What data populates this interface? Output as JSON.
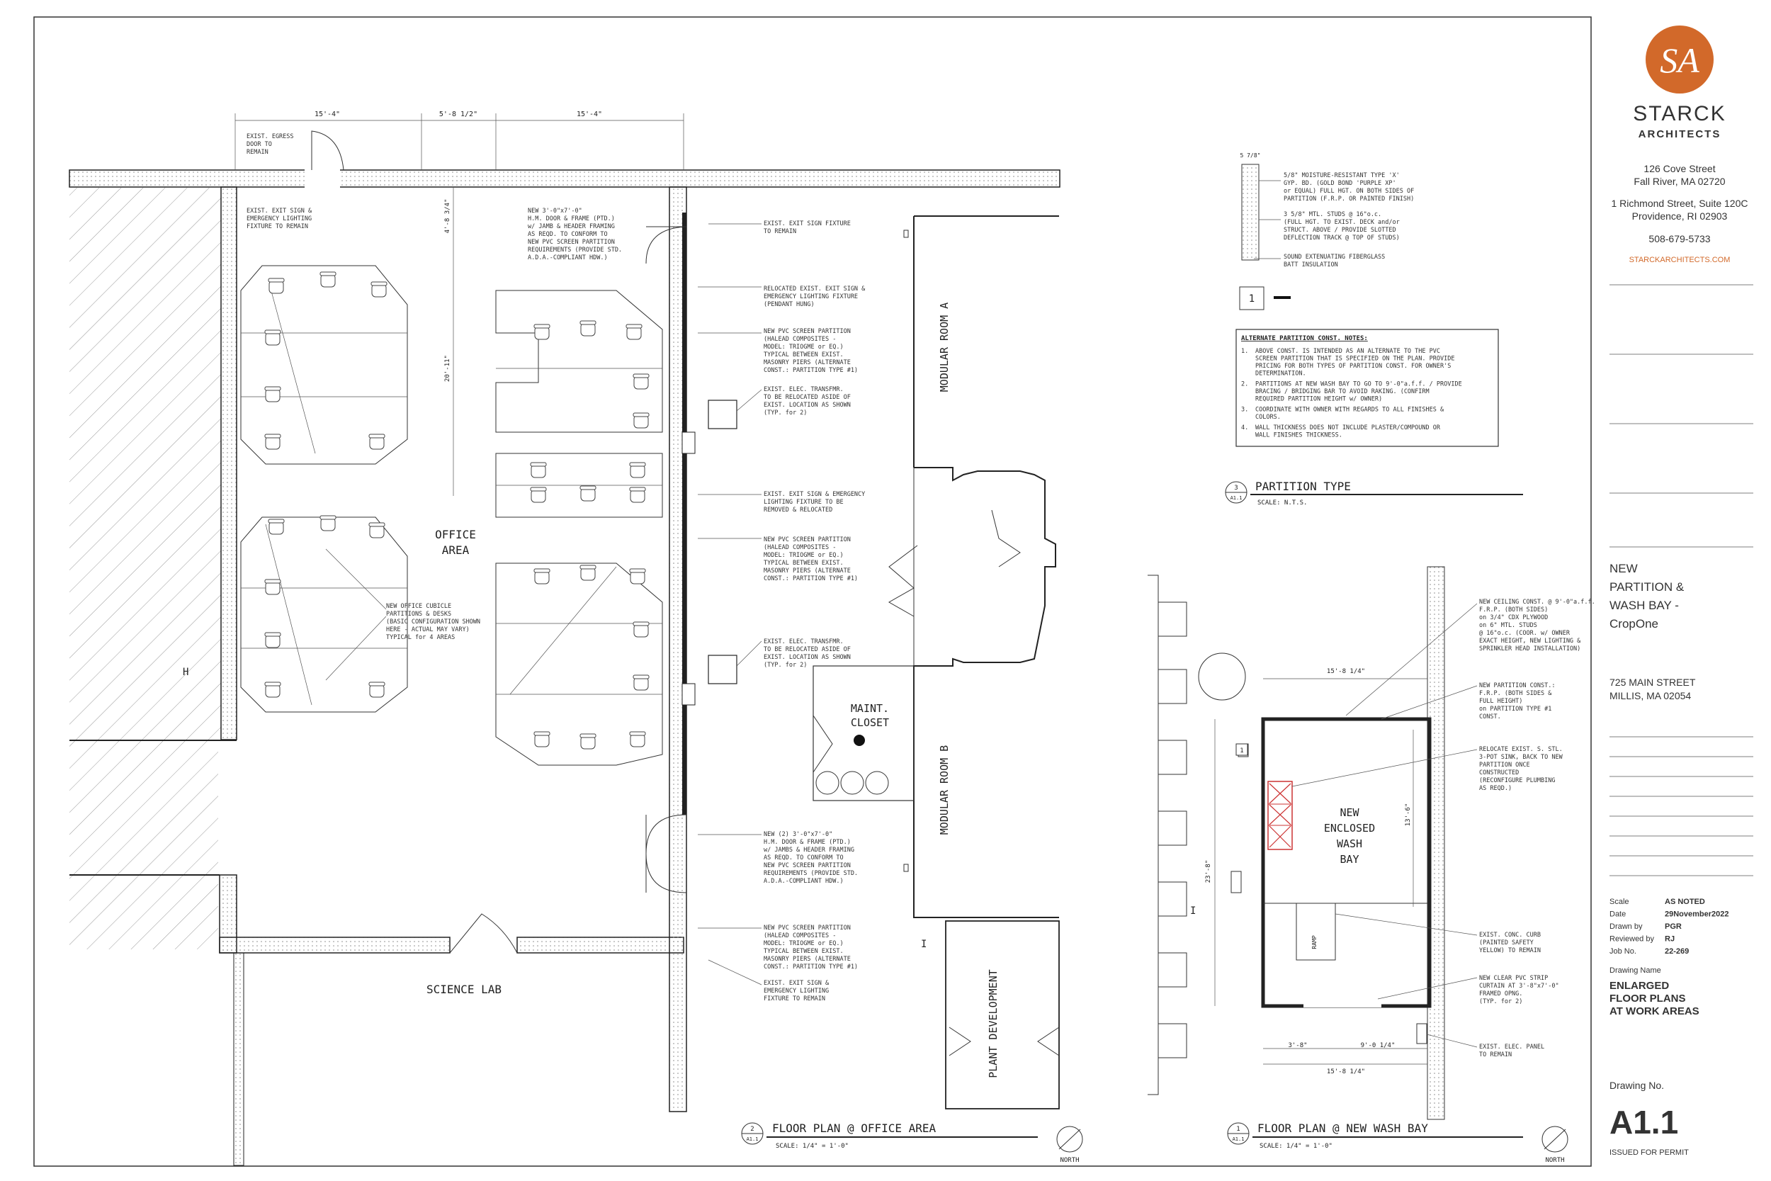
{
  "firm": {
    "name": "STARCK",
    "sub": "ARCHITECTS",
    "addr1_l1": "126 Cove Street",
    "addr1_l2": "Fall River, MA 02720",
    "addr2_l1": "1 Richmond Street, Suite 120C",
    "addr2_l2": "Providence, RI 02903",
    "phone": "508-679-5733",
    "web": "STARCKARCHITECTS.COM",
    "logo_letters": "SA",
    "brand_color": "#d2692a"
  },
  "project": {
    "l1": "NEW",
    "l2": "PARTITION &",
    "l3": "WASH BAY -",
    "l4": "CropOne",
    "addr_l1": "725 MAIN STREET",
    "addr_l2": "MILLIS, MA  02054"
  },
  "info": [
    {
      "k": "Scale",
      "v": "AS NOTED"
    },
    {
      "k": "Date",
      "v": "29November2022"
    },
    {
      "k": "Drawn by",
      "v": "PGR"
    },
    {
      "k": "Reviewed by",
      "v": "RJ"
    },
    {
      "k": "Job No.",
      "v": "22-269"
    }
  ],
  "drawing_name": {
    "label": "Drawing Name",
    "l1": "ENLARGED",
    "l2": "FLOOR PLANS",
    "l3": "AT WORK AREAS"
  },
  "drawing_no": {
    "label": "Drawing No.",
    "num": "A1.1",
    "status": "ISSUED FOR PERMIT"
  },
  "rooms": {
    "office": [
      "OFFICE",
      "AREA"
    ],
    "maint": [
      "MAINT.",
      "CLOSET"
    ],
    "mod_a": "MODULAR ROOM A",
    "mod_b": "MODULAR ROOM B",
    "plant": "PLANT DEVELOPMENT",
    "science": "SCIENCE LAB",
    "washbay": [
      "NEW",
      "ENCLOSED",
      "WASH",
      "BAY"
    ]
  },
  "dims": {
    "top1": "15'-4\"",
    "top2": "5'-8 1/2\"",
    "top3": "15'-4\"",
    "left_v": "4'-8 3/4\"",
    "left_v2": "20'-11\"",
    "wb_top": "15'-8 1/4\"",
    "wb_bot": "15'-8 1/4\"",
    "wb_b1": "3'-8\"",
    "wb_b2": "9'-0 1/4\"",
    "wb_left": "23'-8\"",
    "wb_right": "13'-6\""
  },
  "titles": {
    "t1": {
      "num": "1",
      "sheet": "A1.1",
      "title": "FLOOR PLAN @ NEW WASH BAY",
      "scale": "SCALE: 1/4\" = 1'-0\""
    },
    "t2": {
      "num": "2",
      "sheet": "A1.1",
      "title": "FLOOR PLAN @ OFFICE AREA",
      "scale": "SCALE: 1/4\" = 1'-0\""
    },
    "t3": {
      "num": "3",
      "sheet": "A1.1",
      "title": "PARTITION TYPE",
      "scale": "SCALE: N.T.S."
    },
    "north": "NORTH"
  },
  "partition": {
    "dim": "5 7/8\"",
    "tag": "1",
    "n1": [
      "5/8\" MOISTURE-RESISTANT TYPE 'X'",
      "GYP. BD. (GOLD BOND 'PURPLE XP'",
      "or EQUAL) FULL HGT. ON BOTH SIDES OF",
      "PARTITION (F.R.P. OR PAINTED FINISH)"
    ],
    "n2": [
      "3 5/8\" MTL. STUDS @ 16\"o.c.",
      "(FULL HGT. TO EXIST. DECK and/or",
      "STRUCT. ABOVE / PROVIDE SLOTTED",
      "DEFLECTION TRACK @ TOP OF STUDS)"
    ],
    "n3": [
      "SOUND EXTENUATING FIBERGLASS",
      "BATT INSULATION"
    ]
  },
  "alt_notes": {
    "title": "ALTERNATE PARTITION CONST. NOTES:",
    "items": [
      [
        "1.",
        "ABOVE CONST. IS INTENDED AS AN ALTERNATE TO THE PVC",
        "SCREEN PARTITION THAT IS SPECIFIED ON THE PLAN.  PROVIDE",
        "PRICING FOR BOTH TYPES OF PARTITION CONST. FOR OWNER'S",
        "DETERMINATION."
      ],
      [
        "2.",
        "PARTITIONS AT NEW WASH BAY TO GO TO 9'-0\"a.f.f. / PROVIDE",
        "BRACING / BRIDGING BAR TO AVOID RAKING.  (CONFIRM",
        "REQUIRED PARTITION HEIGHT w/ OWNER)"
      ],
      [
        "3.",
        "COORDINATE WITH OWNER WITH REGARDS TO ALL FINISHES &",
        "COLORS."
      ],
      [
        "4.",
        "WALL THICKNESS DOES NOT INCLUDE PLASTER/COMPOUND OR",
        "WALL FINISHES THICKNESS."
      ]
    ]
  },
  "office_notes": {
    "egress": [
      "EXIST. EGRESS",
      "DOOR TO",
      "REMAIN"
    ],
    "exit_sign_a": [
      "EXIST. EXIT SIGN &",
      "EMERGENCY LIGHTING",
      "FIXTURE TO REMAIN"
    ],
    "new_door": [
      "NEW 3'-0\"x7'-0\"",
      "H.M. DOOR & FRAME (PTD.)",
      "w/ JAMB & HEADER FRAMING",
      "AS REQD. TO CONFORM TO",
      "NEW PVC SCREEN PARTITION",
      "REQUIREMENTS (PROVIDE STD.",
      "A.D.A.-COMPLIANT HDW.)"
    ],
    "exit_fixture": [
      "EXIST. EXIT SIGN FIXTURE",
      "TO REMAIN"
    ],
    "relocated": [
      "RELOCATED EXIST. EXIT SIGN &",
      "EMERGENCY LIGHTING FIXTURE",
      "(PENDANT HUNG)"
    ],
    "pvc1": [
      "NEW PVC SCREEN PARTITION",
      "(HALEAD COMPOSITES -",
      "MODEL: TRIOGME or EQ.)",
      "TYPICAL BETWEEN EXIST.",
      "MASONRY PIERS (ALTERNATE",
      "CONST.: PARTITION TYPE #1)"
    ],
    "transf1": [
      "EXIST. ELEC. TRANSFMR.",
      "TO BE RELOCATED ASIDE OF",
      "EXIST. LOCATION AS SHOWN",
      "(TYP. for 2)"
    ],
    "exit_reloc": [
      "EXIST. EXIT SIGN & EMERGENCY",
      "LIGHTING FIXTURE TO BE",
      "REMOVED & RELOCATED"
    ],
    "pvc2": [
      "NEW PVC SCREEN PARTITION",
      "(HALEAD COMPOSITES -",
      "MODEL: TRIOGME or EQ.)",
      "TYPICAL BETWEEN EXIST.",
      "MASONRY PIERS (ALTERNATE",
      "CONST.: PARTITION TYPE #1)"
    ],
    "transf2": [
      "EXIST. ELEC. TRANSFMR.",
      "TO BE RELOCATED ASIDE OF",
      "EXIST. LOCATION AS SHOWN",
      "(TYP. for 2)"
    ],
    "new_door2": [
      "NEW (2) 3'-0\"x7'-0\"",
      "H.M. DOOR & FRAME (PTD.)",
      "w/ JAMBS & HEADER FRAMING",
      "AS REQD. TO CONFORM TO",
      "NEW PVC SCREEN PARTITION",
      "REQUIREMENTS (PROVIDE STD.",
      "A.D.A.-COMPLIANT HDW.)"
    ],
    "pvc3": [
      "NEW PVC SCREEN PARTITION",
      "(HALEAD COMPOSITES -",
      "MODEL: TRIOGME or EQ.)",
      "TYPICAL BETWEEN EXIST.",
      "MASONRY PIERS (ALTERNATE",
      "CONST.: PARTITION TYPE #1)"
    ],
    "exit_sign_b": [
      "EXIST. EXIT SIGN &",
      "EMERGENCY LIGHTING",
      "FIXTURE TO REMAIN"
    ],
    "cubicle": [
      "NEW OFFICE CUBICLE",
      "PARTITIONS & DESKS",
      "(BASIC CONFIGURATION SHOWN",
      "HERE - ACTUAL MAY VARY)",
      "TYPICAL for 4 AREAS"
    ]
  },
  "wash_notes": {
    "ceiling": [
      "NEW CEILING CONST. @ 9'-0\"a.f.f.",
      "F.R.P. (BOTH SIDES)",
      "on 3/4\" CDX PLYWOOD",
      "on 6\" MTL. STUDS",
      "@ 16\"o.c. (COOR. w/ OWNER",
      "EXACT HEIGHT, NEW LIGHTING &",
      "SPRINKLER HEAD INSTALLATION)"
    ],
    "partition": [
      "NEW PARTITION CONST.:",
      "F.R.P. (BOTH SIDES &",
      "FULL HEIGHT)",
      "on PARTITION TYPE #1",
      "CONST."
    ],
    "sink": [
      "RELOCATE EXIST. S. STL.",
      "3-POT SINK, BACK TO NEW",
      "PARTITION ONCE",
      "CONSTRUCTED",
      "(RECONFIGURE PLUMBING",
      "AS REQD.)"
    ],
    "curb": [
      "EXIST. CONC. CURB",
      "(PAINTED SAFETY",
      "YELLOW) TO REMAIN"
    ],
    "curtain": [
      "NEW CLEAR PVC STRIP",
      "CURTAIN AT 3'-8\"x7'-0\"",
      "FRAMED OPNG.",
      "(TYP. for 2)"
    ],
    "panel": [
      "EXIST. ELEC. PANEL",
      "TO REMAIN"
    ],
    "ramp": "RAMP"
  }
}
